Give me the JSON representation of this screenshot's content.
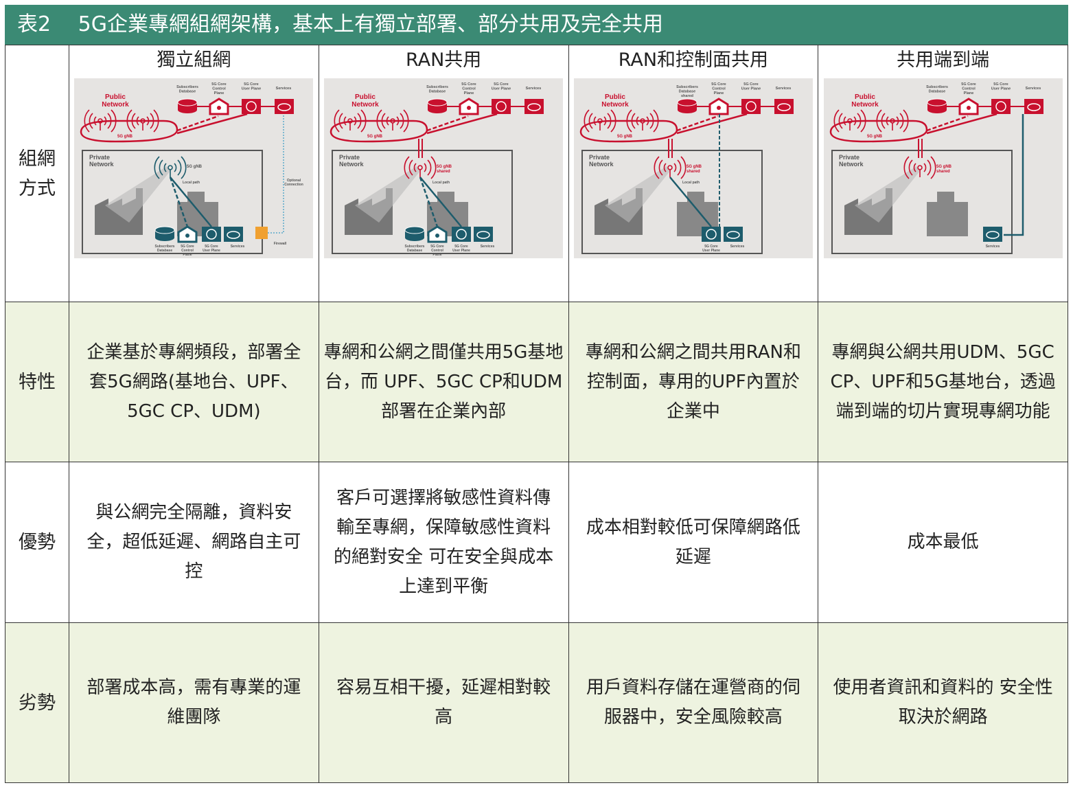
{
  "title": "表2　 5G企業專網組網架構，基本上有獨立部署、部分共用及完全共用",
  "row_labels": {
    "topology": "組網\n方式",
    "features": "特性",
    "advantages": "優勢",
    "disadvantages": "劣勢"
  },
  "columns": [
    {
      "header": "獨立組網",
      "features": "企業基於專網頻段，部署全套5G網路(基地台、UPF、5GC CP、UDM)",
      "advantages": "與公網完全隔離，資料安全，超低延遲、網路自主可控",
      "disadvantages": "部署成本高，需有專業的運維團隊",
      "diagram": {
        "public": "Public Network",
        "gnb": "5G gNB",
        "db": "Subscribers Database",
        "cp": "5G Core Control Plane",
        "up": "5G Core User Plane",
        "svc": "Services",
        "private": "Private Network",
        "pgnb": "5G gNB",
        "local": "Local path",
        "ldb": "Subscribers Database",
        "lcp": "5G Core Control Plane",
        "lup": "5G Core User Plane",
        "lsvc": "Services",
        "opt": "Optional Connection",
        "fw": "Firewall"
      }
    },
    {
      "header": "RAN共用",
      "features": "專網和公網之間僅共用5G基地台，而 UPF、5GC CP和UDM部署在企業內部",
      "advantages": "客戶可選擇將敏感性資料傳輸至專網，保障敏感性資料的絕對安全 可在安全與成本上達到平衡",
      "disadvantages": "容易互相干擾，延遲相對較高",
      "diagram": {
        "public": "Public Network",
        "gnb": "5G gNB",
        "db": "Subscribers Database",
        "cp": "5G Core Control Plane",
        "up": "5G Core User Plane",
        "svc": "Services",
        "private": "Private Network",
        "pgnb": "5G gNB shared",
        "local": "Local path",
        "ldb": "Subscribers Database",
        "lcp": "5G Core Control Plane",
        "lup": "5G Core User Plane",
        "lsvc": "Services"
      }
    },
    {
      "header": "RAN和控制面共用",
      "features": "專網和公網之間共用RAN和控制面，專用的UPF內置於企業中",
      "advantages": "成本相對較低可保障網路低延遲",
      "disadvantages": "用戶資料存儲在運營商的伺服器中，安全風險較高",
      "diagram": {
        "public": "Public Network",
        "gnb": "5G gNB",
        "db": "Subscribers Database shared",
        "cp": "5G Core Control Plane",
        "up": "5G Core User Plane",
        "svc": "Services",
        "private": "Private Network",
        "pgnb": "5G gNB shared",
        "local": "Local path",
        "lup": "5G Core User Plane",
        "lsvc": "Services"
      }
    },
    {
      "header": "共用端到端",
      "features": "專網與公網共用UDM、5GC CP、UPF和5G基地台，透過端到端的切片實現專網功能",
      "advantages": "成本最低",
      "disadvantages": "使用者資訊和資料的 安全性取決於網路",
      "diagram": {
        "public": "Public Network",
        "gnb": "5G gNB",
        "db": "Subscribers Database",
        "cp": "5G Core Control Plane",
        "up": "5G Core User Plane",
        "svc": "Services",
        "private": "Private Network",
        "pgnb": "5G gNB shared",
        "lsvc": "Services"
      }
    }
  ],
  "colors": {
    "header": "#3b8a74",
    "row": "#eef3e0",
    "red": "#c8102e",
    "teal": "#1d5c6c",
    "firewall": "#f0a030"
  }
}
